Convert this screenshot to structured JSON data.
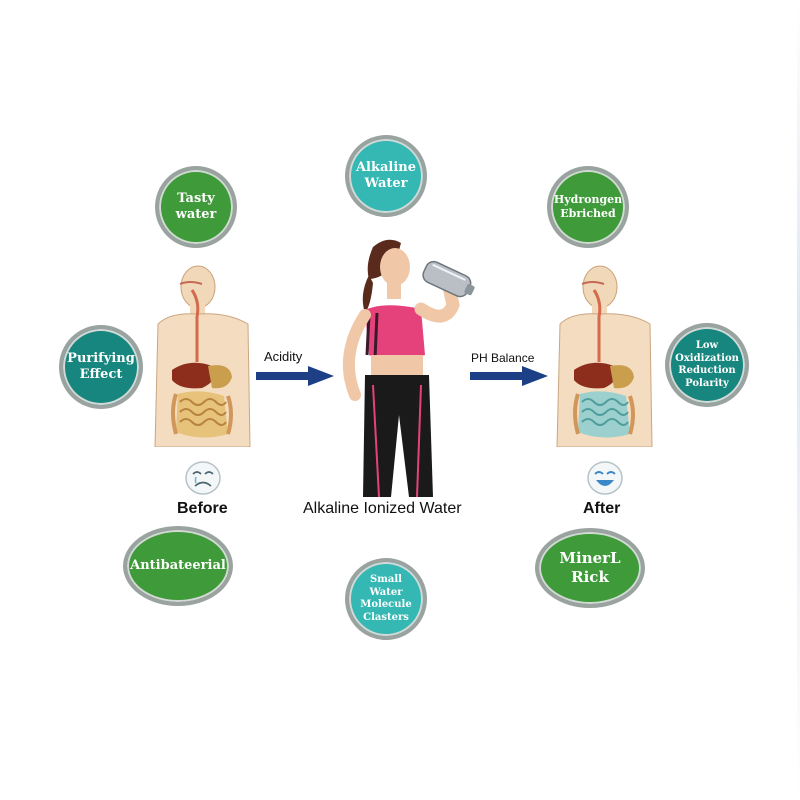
{
  "bubbles": {
    "alkaline_water": "Alkaline\nWater",
    "tasty_water": "Tasty\nwater",
    "hydrogen_enriched": "Hydrongen\nEbriched",
    "purifying_effect": "Purifying\nEffect",
    "low_oxidization": "Low\nOxidization\nReduction\nPolarity",
    "antibacterial": "Antibateerial",
    "mineral_rich": "MinerL\nRick",
    "small_water_clusters": "Small\nWater\nMolecule\nClasters"
  },
  "arrows": {
    "left_label": "Acidity",
    "right_label": "PH Balance"
  },
  "captions": {
    "before": "Before",
    "center": "Alkaline Ionized Water",
    "after": "After"
  },
  "faces": {
    "before_icon": "sad-face-icon",
    "after_icon": "happy-face-icon"
  },
  "colors": {
    "green": "#3f9a39",
    "teal": "#17867e",
    "cyan": "#35b7b3",
    "arrow": "#1c3f86",
    "bubble_border": "#9aa3a0"
  }
}
